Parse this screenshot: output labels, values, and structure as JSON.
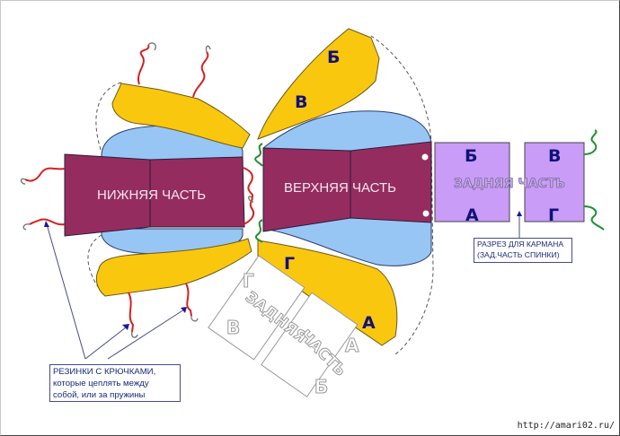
{
  "diagram": {
    "type": "sewing-pattern",
    "colors": {
      "panel": "#952c5f",
      "blue": "#97c6f5",
      "yellow": "#fac70f",
      "back": "#c99cf7",
      "elastic": "#d62020",
      "green_elastic": "#1f8f2f",
      "label_text": "#11117a"
    },
    "pieces": {
      "lower_part": {
        "label": "НИЖНЯЯ ЧАСТЬ"
      },
      "upper_part": {
        "label": "ВЕРХНЯЯ ЧАСТЬ"
      },
      "back_part_label": "ЗАДНЯЯ ЧАСТЬ",
      "back_left": {
        "top": "Б",
        "bottom": "А"
      },
      "back_right": {
        "top": "В",
        "bottom": "Г"
      },
      "upper_flap": {
        "letters": [
          "Б",
          "В"
        ]
      },
      "lower_flap": {
        "letters": [
          "Г",
          "А"
        ]
      },
      "ghost_back": {
        "label_1": "ЗАДНЯЯ",
        "label_2": "ЧАСТЬ",
        "left": {
          "top": "Г",
          "bottom": "В"
        },
        "right": {
          "top": "А",
          "bottom": "Б"
        }
      }
    },
    "notes": {
      "hooks": [
        "РЕЗИНКИ С КРЮЧКАМИ,",
        "которые цеплять  между",
        "собой, или за пружины"
      ],
      "pocket": [
        "РАЗРЕЗ ДЛЯ КАРМАНА",
        "(ЗАД.ЧАСТЬ СПИНКИ)"
      ]
    },
    "watermark": "http://amari02.ru/"
  }
}
